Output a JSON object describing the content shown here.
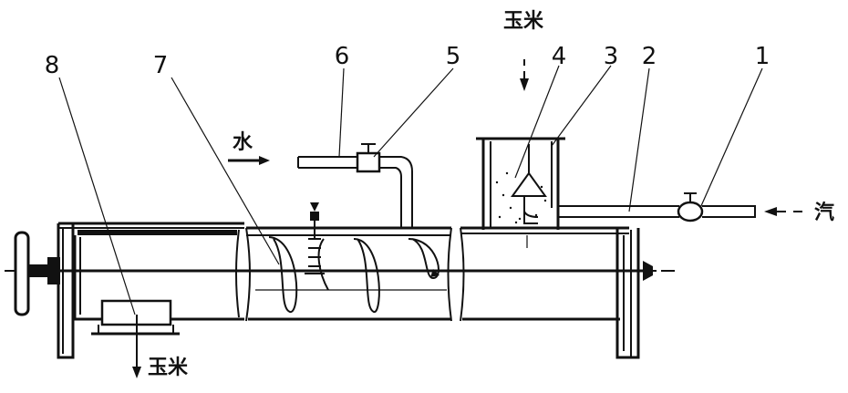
{
  "callouts": [
    {
      "id": "1",
      "label": "1"
    },
    {
      "id": "2",
      "label": "2"
    },
    {
      "id": "3",
      "label": "3"
    },
    {
      "id": "4",
      "label": "4"
    },
    {
      "id": "5",
      "label": "5"
    },
    {
      "id": "6",
      "label": "6"
    },
    {
      "id": "7",
      "label": "7"
    },
    {
      "id": "8",
      "label": "8"
    }
  ],
  "flow_labels": {
    "corn_in": "玉米",
    "water": "水",
    "steam": "汽",
    "corn_out": "玉米"
  }
}
